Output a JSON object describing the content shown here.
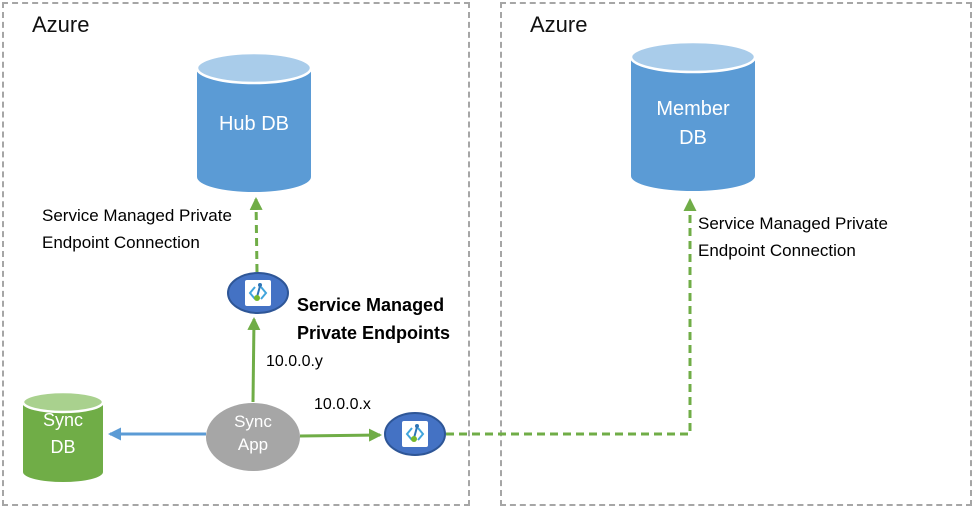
{
  "regions": [
    {
      "label": "Azure"
    },
    {
      "label": "Azure"
    }
  ],
  "nodes": {
    "hub_db": {
      "label": "Hub DB",
      "body_color": "#5B9BD5",
      "top_color": "#A9CCEA"
    },
    "member_db": {
      "lines": [
        "Member",
        "DB"
      ],
      "body_color": "#5B9BD5",
      "top_color": "#A9CCEA"
    },
    "sync_db": {
      "lines": [
        "Sync",
        "DB"
      ],
      "body_color": "#70AD47",
      "top_color": "#A9D18E"
    },
    "sync_app": {
      "lines": [
        "Sync",
        "App"
      ],
      "color": "#A6A6A6"
    }
  },
  "endpoints": {
    "icon_name": "private-endpoint-icon",
    "ellipse_fill": "#4472C4",
    "ellipse_border": "#2E5697",
    "count": 2
  },
  "labels": {
    "hub_connection": {
      "lines": [
        "Service Managed Private",
        "Endpoint Connection"
      ]
    },
    "member_connection": {
      "lines": [
        "Service Managed Private",
        "Endpoint Connection"
      ]
    },
    "endpoints_title": {
      "lines": [
        "Service Managed",
        "Private Endpoints"
      ]
    },
    "ip_y": "10.0.0.y",
    "ip_x": "10.0.0.x"
  },
  "colors": {
    "green_line": "#70AD47",
    "blue_line": "#5B9BD5",
    "region_border": "#A6A6A6",
    "icon_bracket_blue": "#41A5DC",
    "icon_pin_blue": "#2E75B6",
    "icon_dot_green": "#76B82A",
    "text": "#000000"
  }
}
